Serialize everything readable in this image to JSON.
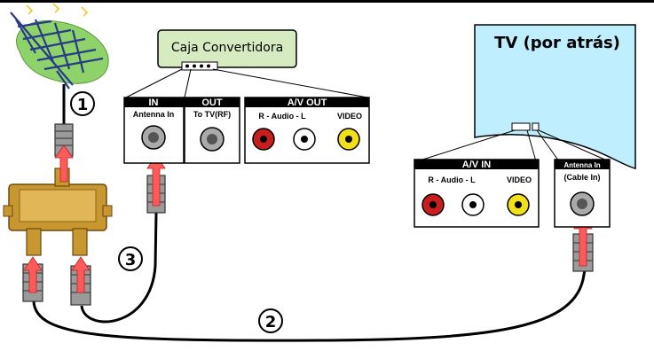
{
  "converter_box": {
    "title": "Caja Convertidora"
  },
  "tv": {
    "title": "TV (por atrás)"
  },
  "converter_panels": {
    "in": {
      "header": "IN",
      "label": "Antenna In"
    },
    "out": {
      "header": "OUT",
      "label": "To TV(RF)"
    },
    "av_out": {
      "header": "A/V OUT",
      "audio_label": "R - Audio - L",
      "video_label": "VIDEO"
    }
  },
  "tv_panels": {
    "av_in": {
      "header": "A/V IN",
      "audio_label": "R - Audio - L",
      "video_label": "VIDEO"
    },
    "antenna_in": {
      "header": "Antenna In",
      "label": "(Cable In)"
    }
  },
  "steps": [
    "1",
    "2",
    "3"
  ],
  "colors": {
    "converter_box": "#d6ecc0",
    "tv_body": "#bfeeff",
    "antenna_leaf": "#8dd36a",
    "antenna_frame": "#2a3a8a",
    "splitter": "#c9972f",
    "arrow": "#ff5a5a",
    "cable": "#000000",
    "audio_red": "#c81e1e",
    "audio_white": "#ffffff",
    "video_yellow": "#f1e01a",
    "panel_header": "#000000"
  }
}
